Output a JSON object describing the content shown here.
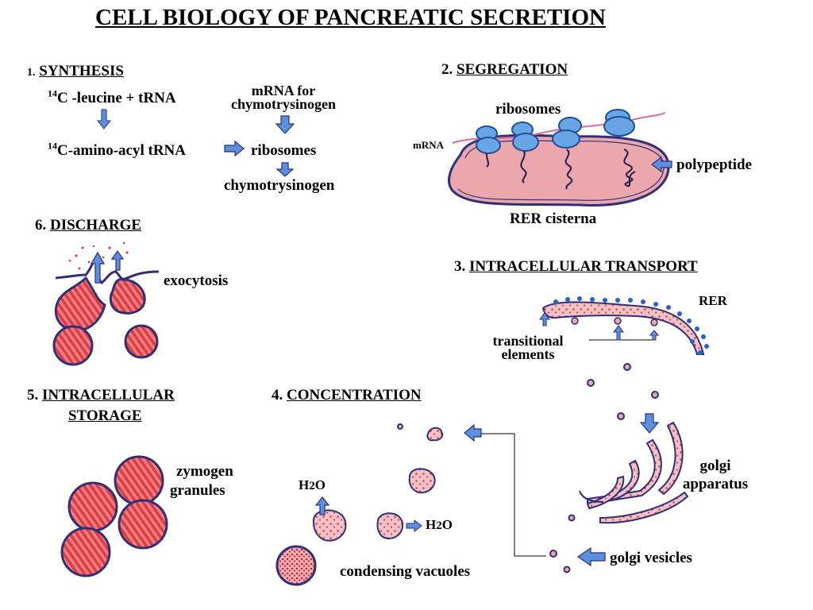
{
  "title": "CELL BIOLOGY OF PANCREATIC SECRETION",
  "colors": {
    "membrane": "#2f2f7a",
    "granule": "#e8555b",
    "lumen": "#eea7ad",
    "ribosome": "#4f8fd6",
    "arrow": "#5b8fe0",
    "dots": "#e23b3b"
  },
  "sections": {
    "synthesis": {
      "number": "1.",
      "heading": "SYNTHESIS",
      "leucine_sup": "14",
      "leucine": "C -leucine + tRNA",
      "aminoacyl_sup": "14",
      "aminoacyl": "C-amino-acyl tRNA",
      "mrna_line1": "mRNA for",
      "mrna_line2": "chymotrysinogen",
      "ribosomes": "ribosomes",
      "product": "chymotrysinogen"
    },
    "segregation": {
      "number": "2.",
      "heading": "SEGREGATION",
      "ribosomes": "ribosomes",
      "mrna": "mRNA",
      "polypeptide": "polypeptide",
      "cisterna": "RER cisterna"
    },
    "transport": {
      "number": "3.",
      "heading": "INTRACELLULAR TRANSPORT",
      "rer": "RER",
      "transitional_line1": "transitional",
      "transitional_line2": "elements"
    },
    "concentration": {
      "number": "4.",
      "heading": "CONCENTRATION",
      "h2o_left": "H",
      "h2o_left_sub": "2",
      "h2o_left_end": "O",
      "h2o_right": "H",
      "h2o_right_sub": "2",
      "h2o_right_end": "O",
      "vacuoles": "condensing vacuoles",
      "golgi_line1": "golgi",
      "golgi_line2": "apparatus",
      "golgi_vesicles": "golgi vesicles"
    },
    "storage": {
      "number": "5.",
      "heading_line1": "INTRACELLULAR",
      "heading_line2": "STORAGE",
      "label_line1": "zymogen",
      "label_line2": "granules"
    },
    "discharge": {
      "number": "6.",
      "heading": "DISCHARGE",
      "exocytosis": "exocytosis"
    }
  }
}
